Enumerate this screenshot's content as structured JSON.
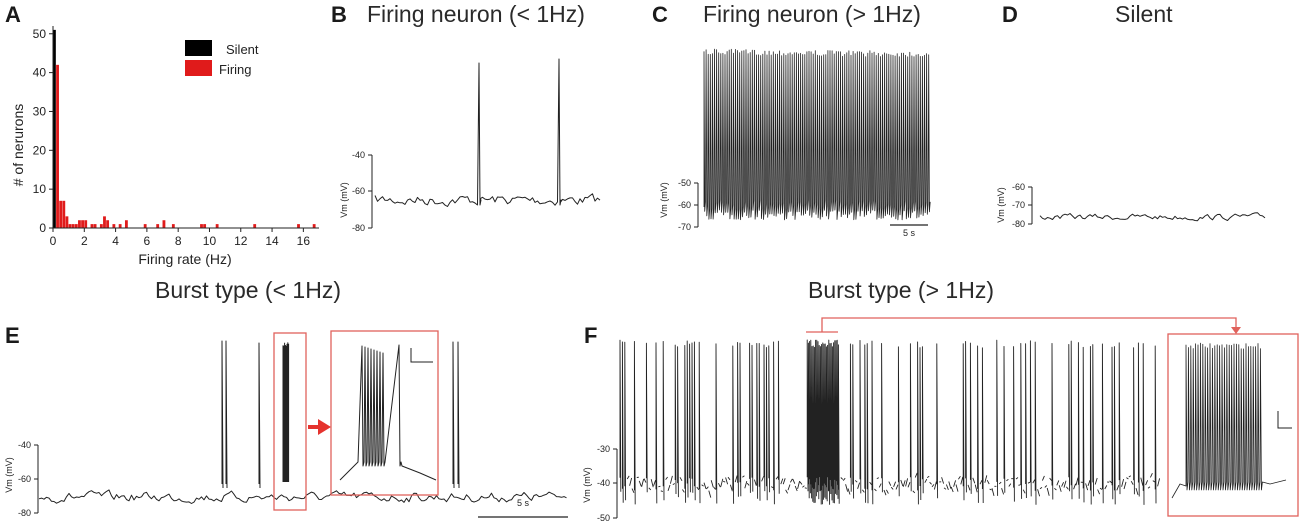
{
  "panels": {
    "A": {
      "label": "A"
    },
    "B": {
      "label": "B",
      "title": "Firing neuron (< 1Hz)",
      "ylabel": "Vm (mV)",
      "yticks": [
        "-40",
        "-60",
        "-80"
      ]
    },
    "C": {
      "label": "C",
      "title": "Firing neuron (> 1Hz)",
      "ylabel": "Vm (mV)",
      "yticks": [
        "-50",
        "-60",
        "-70"
      ],
      "scalebar": "5 s"
    },
    "D": {
      "label": "D",
      "title": "Silent",
      "ylabel": "Vm (mV)",
      "yticks": [
        "-60",
        "-70",
        "-80"
      ]
    },
    "E": {
      "label": "E",
      "title": "Burst type (< 1Hz)",
      "ylabel": "Vm (mV)",
      "yticks": [
        "-40",
        "-60",
        "-80"
      ],
      "scalebar": "5 s"
    },
    "F": {
      "label": "F",
      "title": "Burst type (> 1Hz)",
      "ylabel": "Vm (mV)",
      "yticks": [
        "-30",
        "-40",
        "-50"
      ]
    }
  },
  "colors": {
    "silent": "#000000",
    "firing": "#e01b1b",
    "highlight": "#e0625c"
  },
  "chart_data": [
    {
      "type": "bar",
      "panel": "A",
      "title": "",
      "xlabel": "Firing rate (Hz)",
      "ylabel": "# of nerurons",
      "xlim": [
        0,
        17
      ],
      "ylim": [
        0,
        52
      ],
      "xticks": [
        0,
        2,
        4,
        6,
        8,
        10,
        12,
        14,
        16
      ],
      "yticks": [
        0,
        10,
        20,
        30,
        40,
        50
      ],
      "bin_width": 0.2,
      "legend_position": "top-right",
      "series": [
        {
          "name": "Silent",
          "color": "#000000",
          "x": [
            0.0
          ],
          "values": [
            51
          ]
        },
        {
          "name": "Firing",
          "color": "#e01b1b",
          "x": [
            0.2,
            0.4,
            0.6,
            0.8,
            1.0,
            1.2,
            1.4,
            1.6,
            1.8,
            2.0,
            2.4,
            2.6,
            3.0,
            3.2,
            3.4,
            3.8,
            4.2,
            4.6,
            5.8,
            6.6,
            7.0,
            7.6,
            9.4,
            9.6,
            10.4,
            12.8,
            15.6,
            16.6
          ],
          "values": [
            42,
            7,
            7,
            3,
            1,
            1,
            1,
            2,
            2,
            2,
            1,
            1,
            1,
            3,
            2,
            1,
            1,
            2,
            1,
            1,
            2,
            1,
            1,
            1,
            1,
            1,
            1,
            1
          ]
        }
      ]
    },
    {
      "type": "line",
      "panel": "B",
      "ylabel": "Vm (mV)",
      "ylim": [
        -80,
        -40
      ],
      "baseline": -66,
      "spikes_relative_position": [
        0.36,
        0.82
      ]
    },
    {
      "type": "line",
      "panel": "C",
      "ylabel": "Vm (mV)",
      "ylim": [
        -70,
        -50
      ],
      "scalebar_label": "5 s",
      "description_of_trace": "continuous tonic firing"
    },
    {
      "type": "line",
      "panel": "D",
      "ylabel": "Vm (mV)",
      "ylim": [
        -80,
        -60
      ],
      "baseline": -76
    },
    {
      "type": "line",
      "panel": "E",
      "ylabel": "Vm (mV)",
      "ylim": [
        -80,
        -40
      ],
      "scalebar_label": "5 s",
      "baseline": -73
    },
    {
      "type": "line",
      "panel": "F",
      "ylabel": "Vm (mV)",
      "ylim": [
        -50,
        -30
      ],
      "baseline": -42
    }
  ]
}
